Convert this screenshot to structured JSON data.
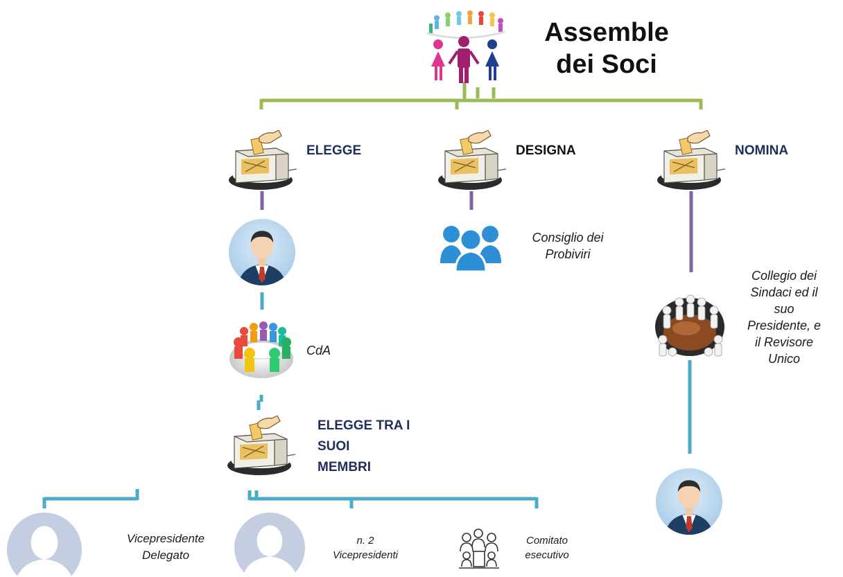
{
  "title": {
    "line1": "Assemble",
    "line2": "dei Soci"
  },
  "actions": {
    "elegge": "ELEGGE",
    "designa": "DESIGNA",
    "nomina": "NOMINA",
    "elegge_tra_line1": "ELEGGE TRA I",
    "elegge_tra_line2": "SUOI",
    "elegge_tra_line3": "MEMBRI"
  },
  "bodies": {
    "probiviri_line1": "Consiglio dei",
    "probiviri_line2": "Probiviri",
    "cda": "CdA",
    "sindaci_line1": "Collegio dei",
    "sindaci_line2": "Sindaci ed il",
    "sindaci_line3": "suo",
    "sindaci_line4": "Presidente, e",
    "sindaci_line5": "il Revisore",
    "sindaci_line6": "Unico",
    "vicepresidente_line1": "Vicepresidente",
    "vicepresidente_line2": "Delegato",
    "vicepresidenti_line1": "n. 2",
    "vicepresidenti_line2": "Vicepresidenti",
    "comitato_line1": "Comitato",
    "comitato_line2": "esecutivo"
  },
  "colors": {
    "green_connector": "#9bbb59",
    "purple_connector": "#8064a2",
    "teal_connector": "#4bacc6",
    "verb_text": "#1f2f5c",
    "people_icon_blue": "#2e8fd6"
  }
}
